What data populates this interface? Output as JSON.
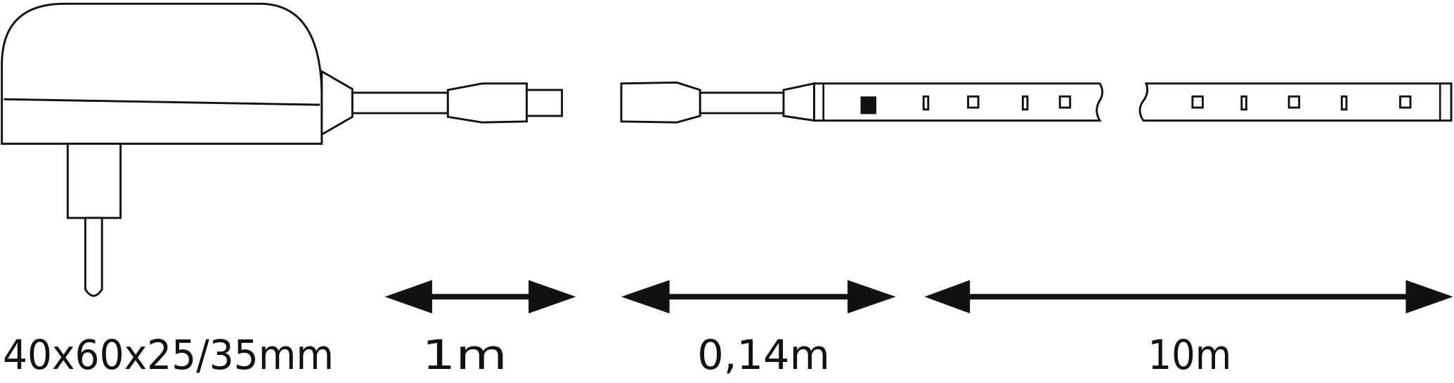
{
  "labels": {
    "adapter_dimensions": "40x60x25/35mm",
    "supply_cable_length": "1m",
    "connector_cable_length": "0,14m",
    "strip_length": "10m"
  },
  "colors": {
    "line": "#111111",
    "background": "#ffffff"
  }
}
